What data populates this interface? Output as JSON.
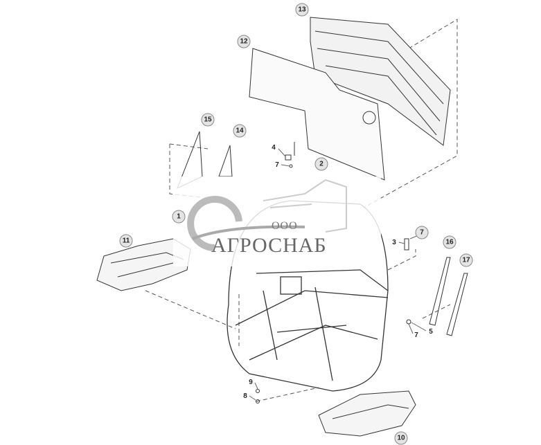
{
  "diagram": {
    "callouts": [
      "13",
      "12",
      "15",
      "14",
      "4",
      "7",
      "2",
      "1",
      "11",
      "3",
      "7",
      "16",
      "17",
      "5",
      "7",
      "9",
      "8",
      "10"
    ]
  },
  "watermark": {
    "prefix": "ООО",
    "name": "АГРОСНАБ",
    "color": "#777777"
  }
}
